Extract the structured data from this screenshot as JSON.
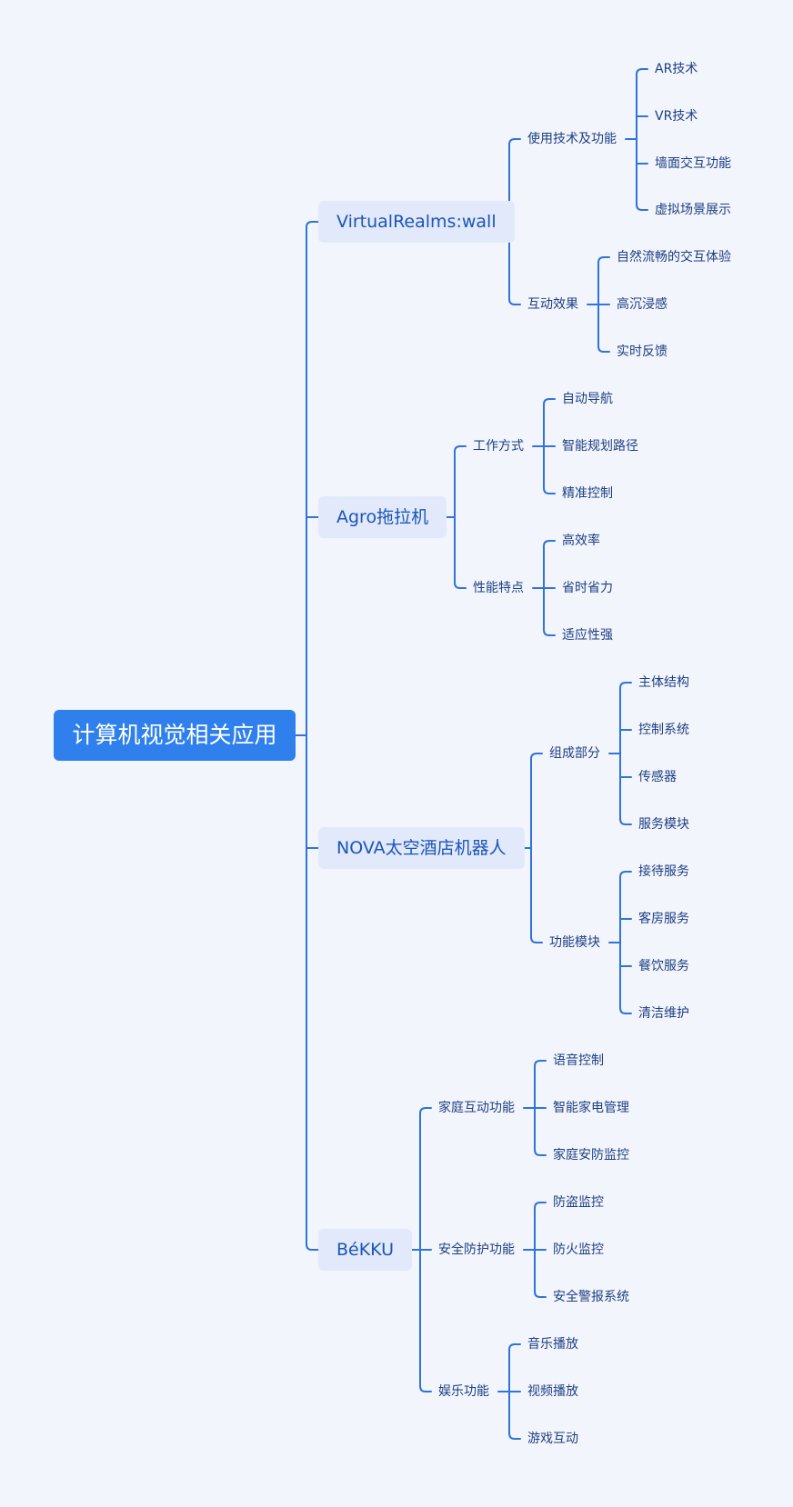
{
  "mindmap": {
    "root": "计算机视觉相关应用",
    "branches": [
      {
        "label": "VirtualRealms:wall",
        "children": [
          {
            "label": "使用技术及功能",
            "children": [
              "AR技术",
              "VR技术",
              "墙面交互功能",
              "虚拟场景展示"
            ]
          },
          {
            "label": "互动效果",
            "children": [
              "自然流畅的交互体验",
              "高沉浸感",
              "实时反馈"
            ]
          }
        ]
      },
      {
        "label": "Agro拖拉机",
        "children": [
          {
            "label": "工作方式",
            "children": [
              "自动导航",
              "智能规划路径",
              "精准控制"
            ]
          },
          {
            "label": "性能特点",
            "children": [
              "高效率",
              "省时省力",
              "适应性强"
            ]
          }
        ]
      },
      {
        "label": "NOVA太空酒店机器人",
        "children": [
          {
            "label": "组成部分",
            "children": [
              "主体结构",
              "控制系统",
              "传感器",
              "服务模块"
            ]
          },
          {
            "label": "功能模块",
            "children": [
              "接待服务",
              "客房服务",
              "餐饮服务",
              "清洁维护"
            ]
          }
        ]
      },
      {
        "label": "BéKKU",
        "children": [
          {
            "label": "家庭互动功能",
            "children": [
              "语音控制",
              "智能家电管理",
              "家庭安防监控"
            ]
          },
          {
            "label": "安全防护功能",
            "children": [
              "防盗监控",
              "防火监控",
              "安全警报系统"
            ]
          },
          {
            "label": "娱乐功能",
            "children": [
              "音乐播放",
              "视频播放",
              "游戏互动"
            ]
          }
        ]
      }
    ]
  },
  "colors": {
    "background": "#f3f5fd",
    "root_fill": "#2f80ed",
    "branch_fill": "#e1e9fb",
    "branch_text": "#1b55b8",
    "leaf_text": "#1c3f82",
    "connector": "#2f74d8"
  }
}
